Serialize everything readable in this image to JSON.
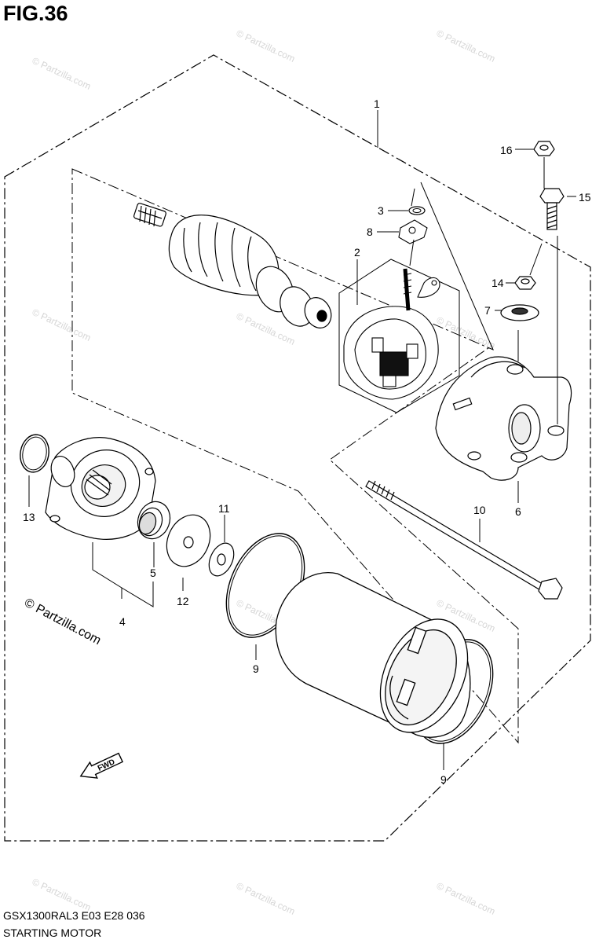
{
  "figure": {
    "title": "FIG.36",
    "model_code": "GSX1300RAL3  E03  E28  036",
    "name": "STARTING MOTOR"
  },
  "watermark": {
    "text": "© Partzilla.com",
    "brand_text": "© Partzilla.com",
    "color": "#d6d6d6"
  },
  "direction_badge": "FWD",
  "callouts": {
    "c1": "1",
    "c2": "2",
    "c3": "3",
    "c4": "4",
    "c5": "5",
    "c6": "6",
    "c7": "7",
    "c8": "8",
    "c9a": "9",
    "c9b": "9",
    "c10": "10",
    "c11": "11",
    "c12": "12",
    "c13": "13",
    "c14": "14",
    "c15": "15",
    "c16": "16"
  }
}
